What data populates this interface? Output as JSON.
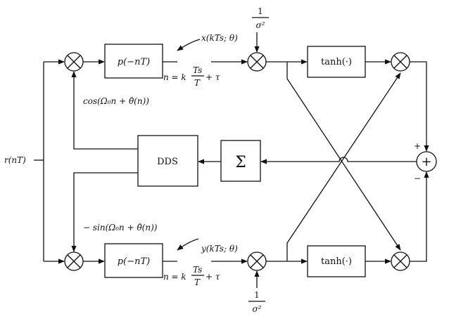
{
  "diagram": {
    "input_label": "r(nT)",
    "matched_filter_top": "p(−nT)",
    "matched_filter_bottom": "p(−nT)",
    "sampler_top": {
      "output": "x(kTs; θ)",
      "n_lhs": "n = k",
      "frac_num": "Ts",
      "frac_den": "T",
      "n_rhs": "+ τ"
    },
    "sampler_bottom": {
      "output": "y(kTs; θ)",
      "n_lhs": "n = k",
      "frac_num": "Ts",
      "frac_den": "T",
      "n_rhs": "+ τ"
    },
    "scale_top": {
      "num": "1",
      "den": "σ²"
    },
    "scale_bottom": {
      "num": "1",
      "den": "σ²"
    },
    "nonlinearity_top": "tanh(·)",
    "nonlinearity_bottom": "tanh(·)",
    "dds_label": "DDS",
    "sum_block_label": "Σ",
    "summer_symbol": "+",
    "plus_sign": "+",
    "minus_sign": "−",
    "cos_label": "cos(Ω₀n + θ̂(n))",
    "sin_label": "− sin(Ω₀n + θ̂(n))"
  }
}
